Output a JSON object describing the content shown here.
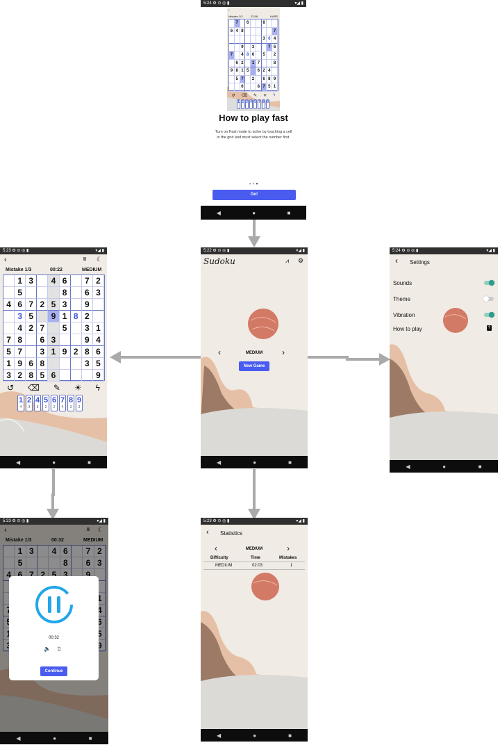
{
  "status": {
    "time_a": "5:24",
    "time_b": "5:22",
    "time_c": "5:23",
    "icons": "⚙ ⊙ ◎ ▮",
    "right": "▾◢ ▮"
  },
  "nav": {
    "back": "◀",
    "home": "●",
    "recent": "■"
  },
  "tutorial": {
    "header_mistake": "Mistake 1/3",
    "header_time": "22:58",
    "header_level": "HARD",
    "title": "How to play fast",
    "desc_line1": "Turn on Fast mode to solve by touching a cell",
    "desc_line2": "in the grid and must select the number first.",
    "button": "Go!",
    "grid": [
      [
        "",
        "7",
        "",
        "6",
        "",
        "",
        "8",
        "",
        ""
      ],
      [
        "6",
        "4",
        "8",
        "",
        "",
        "",
        "",
        "",
        "7"
      ],
      [
        "",
        "",
        "",
        "",
        "",
        "",
        "3",
        "6",
        "4"
      ],
      [
        "",
        "",
        "9",
        "",
        "3",
        "",
        "",
        "7",
        "6"
      ],
      [
        "7",
        "",
        "4",
        "8",
        "6",
        "",
        "5",
        "",
        "2"
      ],
      [
        "",
        "6",
        "2",
        "",
        "1",
        "7",
        "",
        "",
        "8"
      ],
      [
        "9",
        "8",
        "1",
        "5",
        "",
        "6",
        "2",
        "4",
        ""
      ],
      [
        "",
        "5",
        "7",
        "",
        "2",
        "",
        "6",
        "8",
        "9"
      ],
      [
        "",
        "",
        "6",
        "",
        "",
        "8",
        "7",
        "5",
        "1"
      ]
    ]
  },
  "home": {
    "logo": "Sudoku",
    "difficulty": "MEDIUM",
    "prev": "‹",
    "next": "›",
    "new_game": "New Game",
    "chart_icon": "⩘",
    "gear_icon": "⚙"
  },
  "settings": {
    "title": "Settings",
    "items": [
      {
        "label": "Sounds",
        "on": true
      },
      {
        "label": "Theme",
        "on": false
      },
      {
        "label": "Vibration",
        "on": true
      }
    ],
    "how_to": "How to play",
    "how_icon": "?"
  },
  "game": {
    "mistake": "Mistake 1/3",
    "time": "00:22",
    "level": "MEDIUM",
    "pause": "II",
    "moon": "☾",
    "grid": [
      [
        "",
        "1",
        "3",
        "",
        "4",
        "6",
        "",
        "7",
        "2"
      ],
      [
        "",
        "5",
        "",
        "",
        "",
        "8",
        "",
        "6",
        "3"
      ],
      [
        "4",
        "6",
        "7",
        "2",
        "5",
        "3",
        "",
        "9",
        ""
      ],
      [
        "",
        "3",
        "5",
        "",
        "9",
        "1",
        "8",
        "2",
        ""
      ],
      [
        "",
        "4",
        "2",
        "7",
        "",
        "5",
        "",
        "3",
        "1"
      ],
      [
        "7",
        "8",
        "",
        "6",
        "3",
        "",
        "",
        "9",
        "4"
      ],
      [
        "5",
        "7",
        "",
        "3",
        "1",
        "9",
        "2",
        "8",
        "6"
      ],
      [
        "1",
        "9",
        "6",
        "8",
        "",
        "",
        "",
        "3",
        "5"
      ],
      [
        "3",
        "2",
        "8",
        "5",
        "6",
        "",
        "",
        "",
        "9"
      ]
    ],
    "tools": [
      "↺",
      "⌫",
      "✎",
      "☀",
      "ϟ"
    ],
    "keys": [
      {
        "n": "1",
        "c": "4"
      },
      {
        "n": "2",
        "c": "3"
      },
      {
        "n": "4",
        "c": "5"
      },
      {
        "n": "5",
        "c": "2"
      },
      {
        "n": "6",
        "c": "2"
      },
      {
        "n": "7",
        "c": "4"
      },
      {
        "n": "8",
        "c": "3"
      },
      {
        "n": "9",
        "c": "3"
      }
    ]
  },
  "paused": {
    "mistake": "Mistake 1/3",
    "time": "00:32",
    "level": "MEDIUM",
    "timer": "00:32",
    "sound": "🔈",
    "vib": "▯",
    "button": "Continue",
    "pause_glyph": "II"
  },
  "stats": {
    "title": "Statistics",
    "difficulty": "MEDIUM",
    "headers": [
      "Difficulty",
      "Time",
      "Mistakes"
    ],
    "row": [
      "MEDIUM",
      "02:03",
      "1"
    ]
  },
  "colors": {
    "accent": "#4a5cf0",
    "toggle_on": "#2a9d8f",
    "sun": "#d27a66"
  }
}
